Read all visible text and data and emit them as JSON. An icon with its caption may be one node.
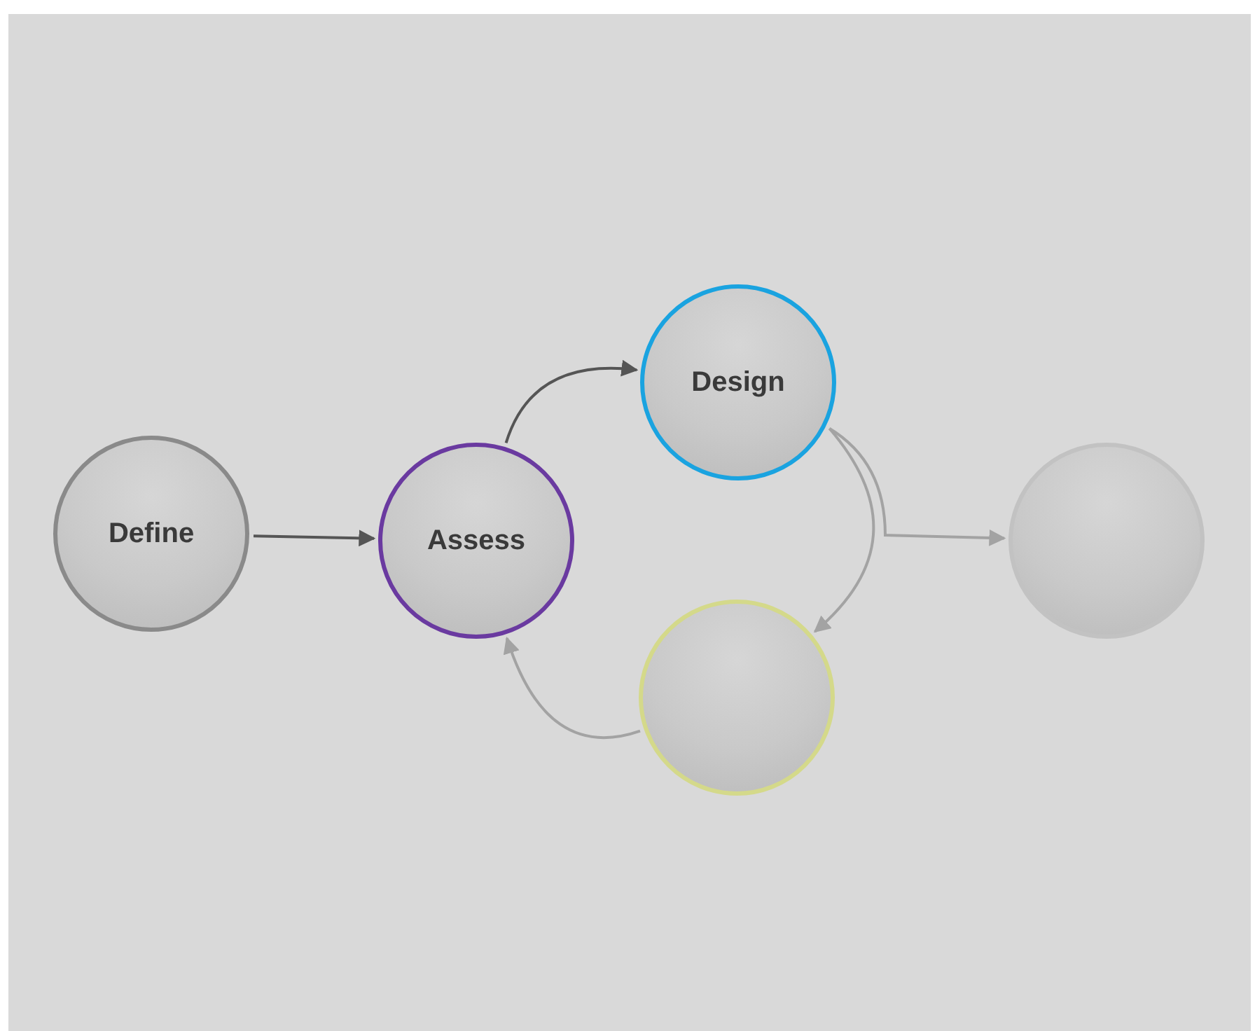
{
  "diagram": {
    "nodes": [
      {
        "text": [
          "Define"
        ]
      },
      {
        "text": [
          "Assess"
        ]
      },
      {
        "text": [
          "Design"
        ]
      },
      {
        "text": [],
        "shape": "circle"
      },
      {
        "text": [],
        "shape": "circle"
      }
    ],
    "edges": [
      {
        "from": 0,
        "to": 1,
        "arrow": "to",
        "color": "#555555"
      },
      {
        "from": 1,
        "to": 2,
        "arrow": "to",
        "color": "#555555"
      },
      {
        "from": 2,
        "to": 3,
        "arrow": "to"
      },
      {
        "from": 2,
        "to": 4,
        "arrow": "to"
      },
      {
        "from": 3,
        "to": 1,
        "arrow": "to"
      }
    ]
  }
}
